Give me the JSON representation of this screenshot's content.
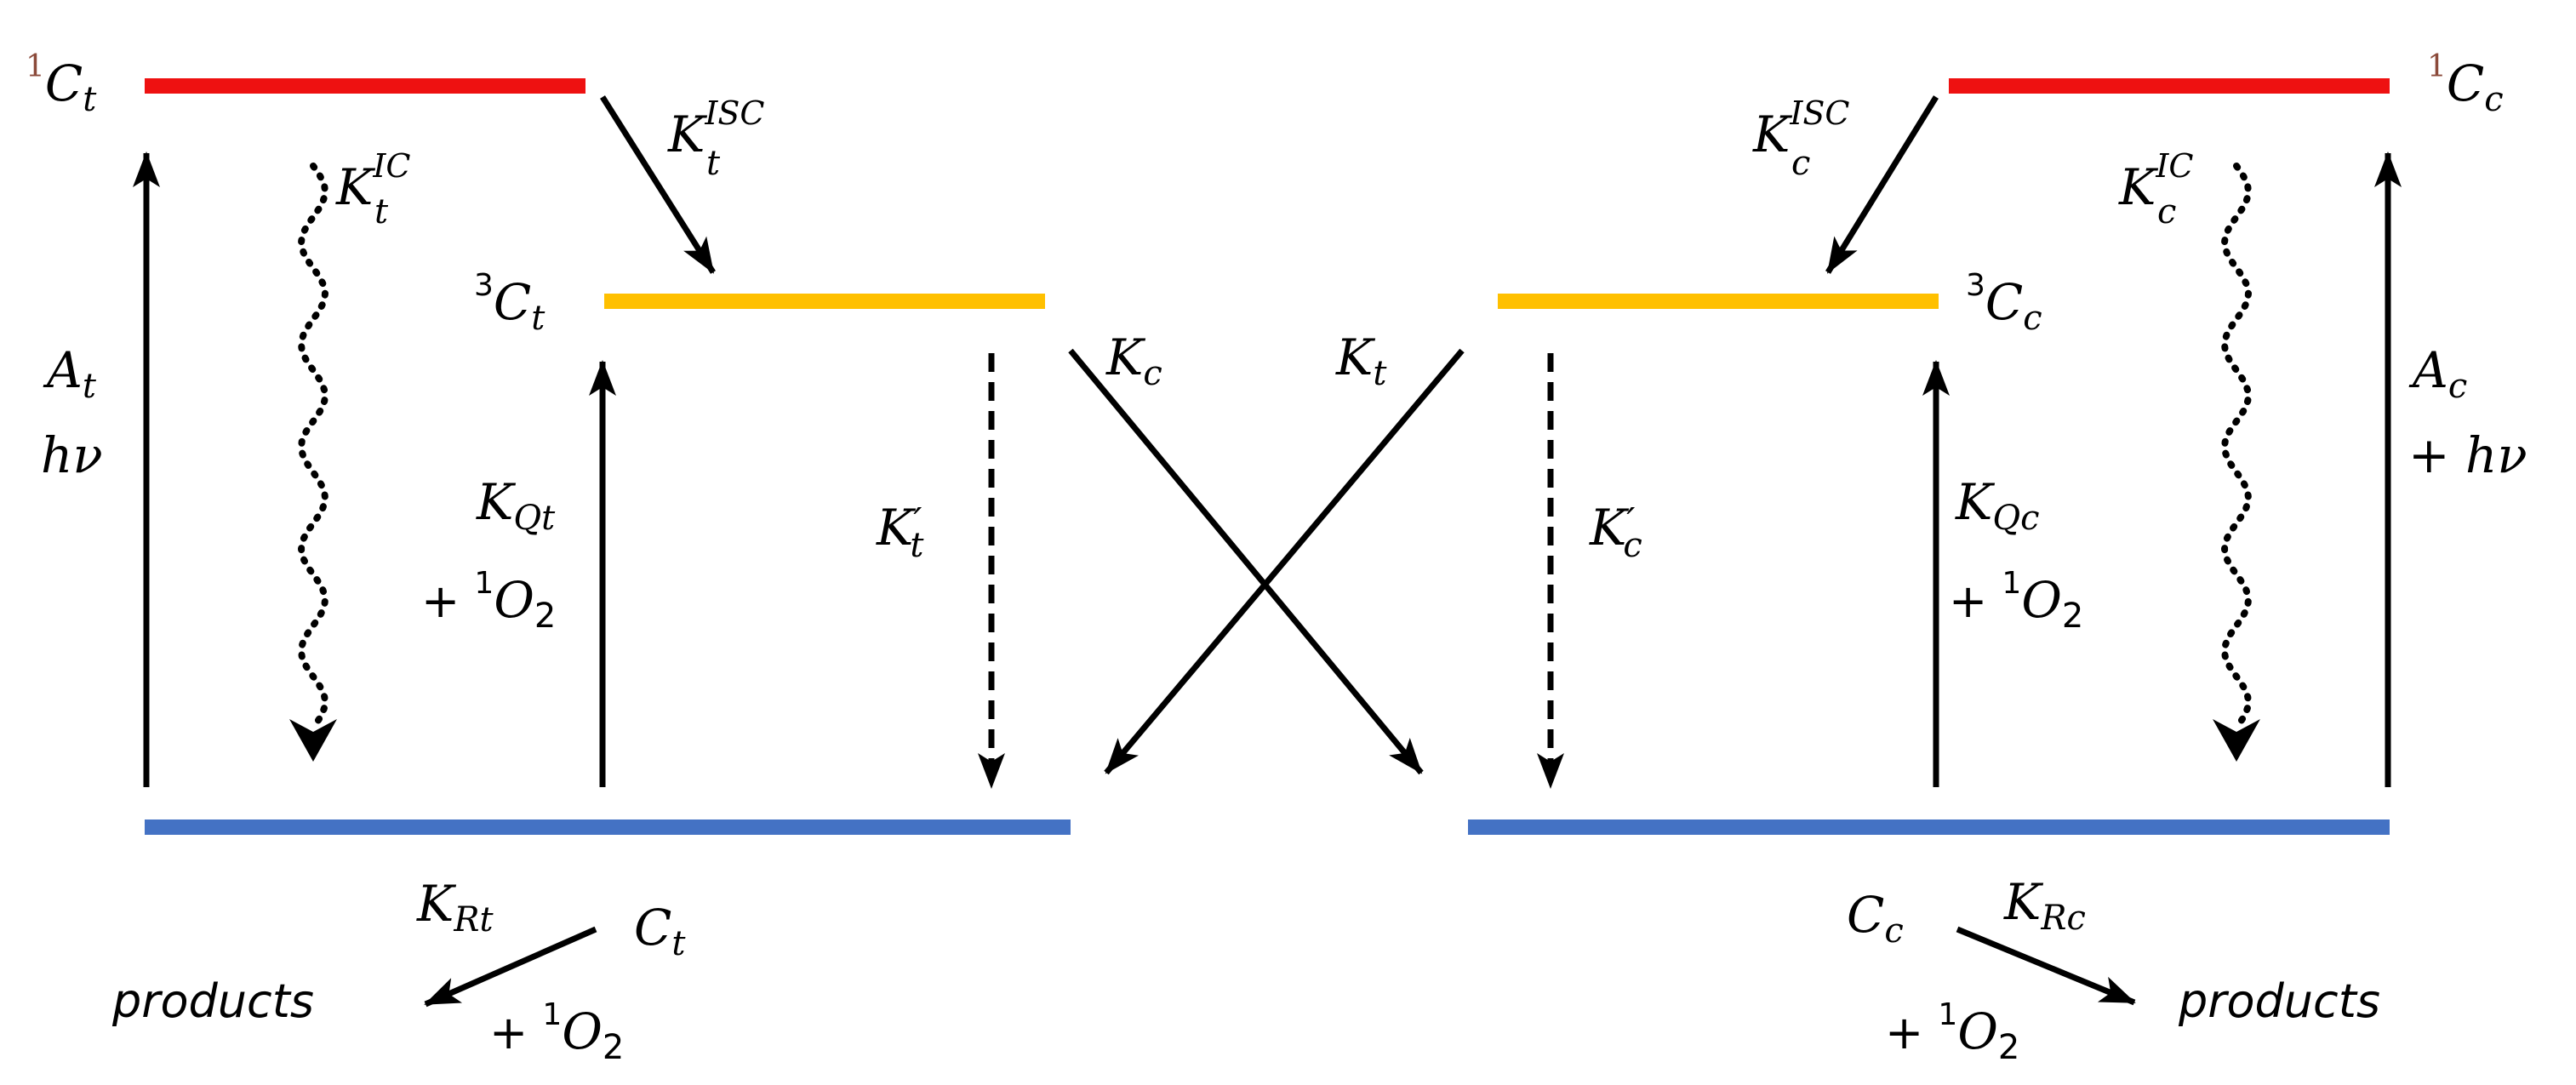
{
  "colors": {
    "singlet": "#ee1111",
    "triplet": "#ffc000",
    "ground": "#4472c4",
    "arrow": "#000000",
    "superscript_singlet": "#8b4a3a"
  },
  "labels": {
    "singlet_t": {
      "main": "C",
      "sub": "t",
      "sup": "1"
    },
    "singlet_c": {
      "main": "C",
      "sub": "c",
      "sup": "1"
    },
    "triplet_t": {
      "main": "C",
      "sub": "t",
      "sup": "3"
    },
    "triplet_c": {
      "main": "C",
      "sub": "c",
      "sup": "3"
    },
    "k_isc_t": {
      "main": "K",
      "sub": "t",
      "sup": "ISC"
    },
    "k_isc_c": {
      "main": "K",
      "sub": "c",
      "sup": "ISC"
    },
    "k_ic_t": {
      "main": "K",
      "sub": "t",
      "sup": "IC"
    },
    "k_ic_c": {
      "main": "K",
      "sub": "c",
      "sup": "IC"
    },
    "a_t": {
      "main": "A",
      "sub": "t"
    },
    "a_c": {
      "main": "A",
      "sub": "c"
    },
    "hv_t": "hν",
    "hv_c": "+ hν",
    "k_qt": {
      "main": "K",
      "sub": "Qt"
    },
    "k_qc": {
      "main": "K",
      "sub": "Qc"
    },
    "o2_plus": "+ ",
    "o2_sup": "1",
    "o2_main": "O",
    "o2_sub": "2",
    "k_prime_t": {
      "main": "K",
      "prime": "′",
      "sub": "t"
    },
    "k_prime_c": {
      "main": "K",
      "prime": "′",
      "sub": "c"
    },
    "k_c_cross": {
      "main": "K",
      "sub": "c"
    },
    "k_t_cross": {
      "main": "K",
      "sub": "t"
    },
    "k_rt": {
      "main": "K",
      "sub": "Rt"
    },
    "k_rc": {
      "main": "K",
      "sub": "Rc"
    },
    "ground_t": {
      "main": "C",
      "sub": "t"
    },
    "ground_c": {
      "main": "C",
      "sub": "c"
    },
    "products_left": "products",
    "products_right": "products"
  }
}
